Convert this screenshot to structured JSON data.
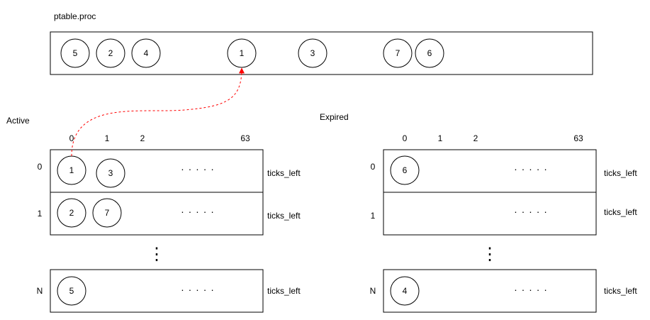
{
  "ptable": {
    "label": "ptable.proc",
    "procs": [
      "5",
      "2",
      "4",
      "1",
      "3",
      "7",
      "6"
    ]
  },
  "active": {
    "label": "Active",
    "col_labels": [
      "0",
      "1",
      "2",
      "63"
    ],
    "row_labels": [
      "0",
      "1",
      "N"
    ],
    "rows": [
      {
        "procs": [
          "1",
          "3"
        ],
        "ellipsis": "· · · · ·",
        "side": "ticks_left"
      },
      {
        "procs": [
          "2",
          "7"
        ],
        "ellipsis": "· · · · ·",
        "side": "ticks_left"
      },
      {
        "procs": [
          "5"
        ],
        "ellipsis": "· · · · ·",
        "side": "ticks_left"
      }
    ],
    "vdots": "⋮"
  },
  "expired": {
    "label": "Expired",
    "col_labels": [
      "0",
      "1",
      "2",
      "63"
    ],
    "row_labels": [
      "0",
      "1",
      "N"
    ],
    "rows": [
      {
        "procs": [
          "6"
        ],
        "ellipsis": "· · · · ·",
        "side": "ticks_left"
      },
      {
        "procs": [],
        "ellipsis": "· · · · ·",
        "side": "ticks_left"
      },
      {
        "procs": [
          "4"
        ],
        "ellipsis": "· · · · ·",
        "side": "ticks_left"
      }
    ],
    "vdots": "⋮"
  },
  "colors": {
    "stroke": "#000000",
    "arrow": "#ff0000"
  }
}
